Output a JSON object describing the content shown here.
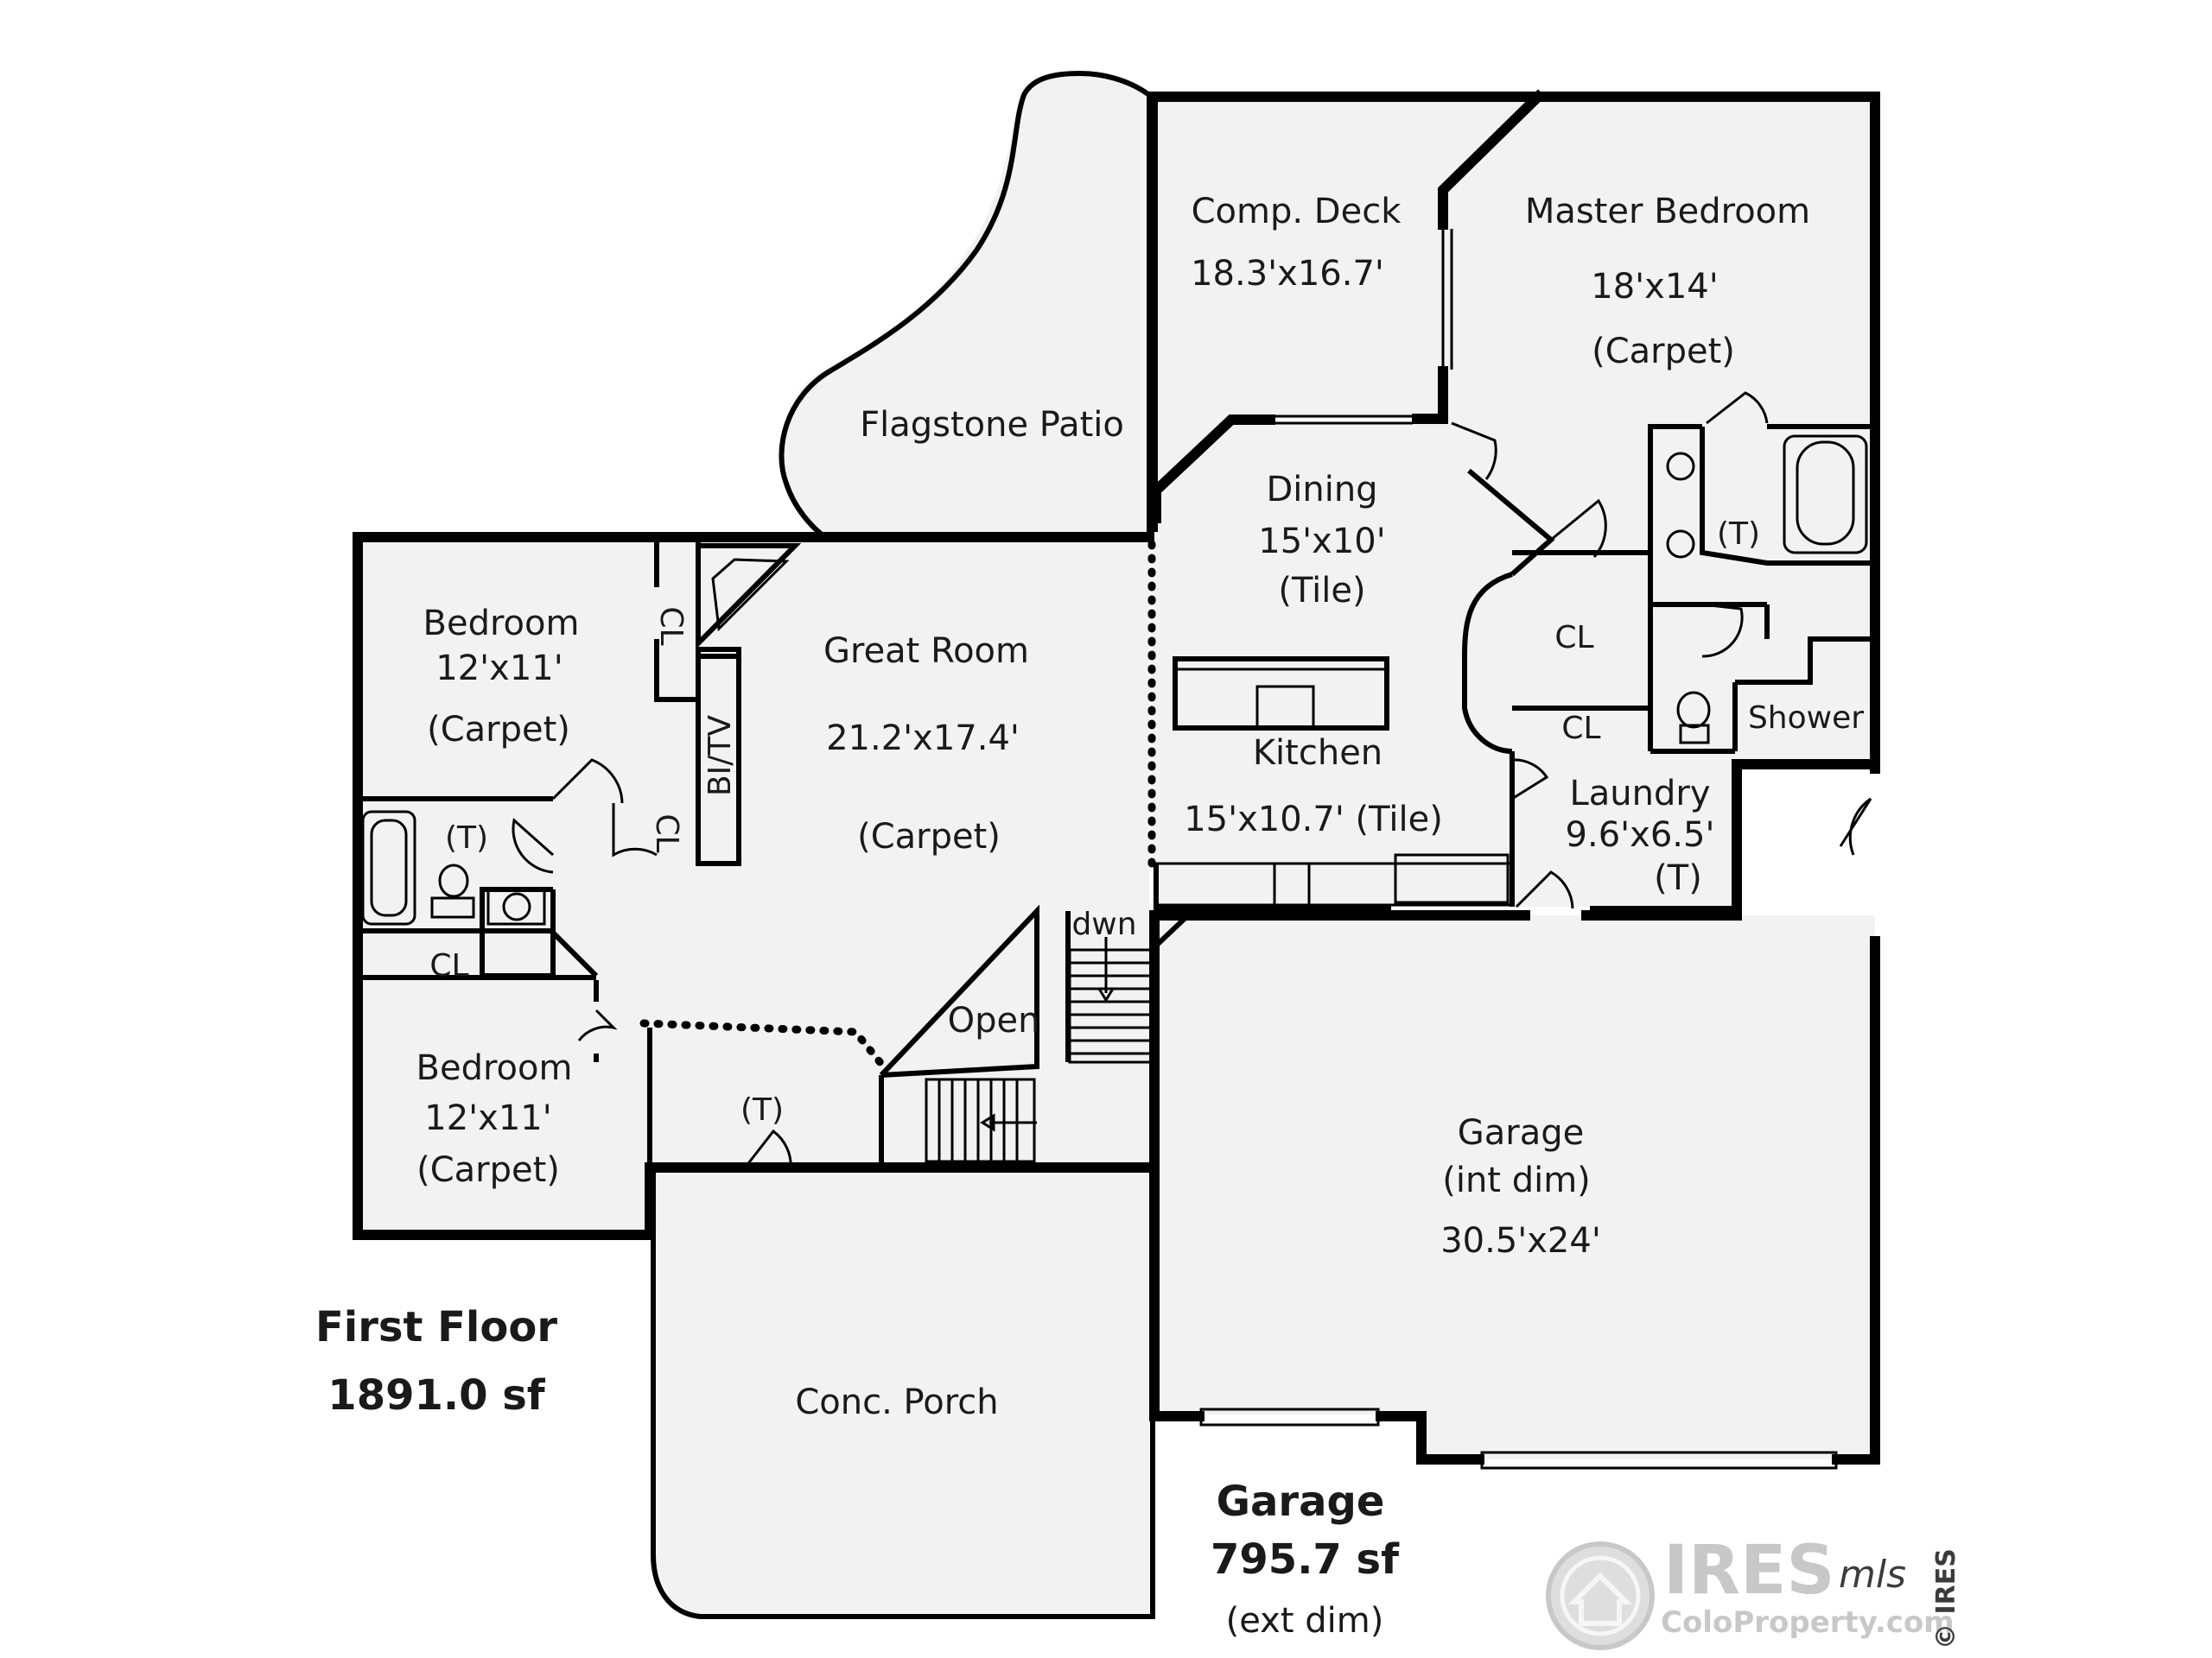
{
  "rooms": {
    "comp_deck": {
      "name": "Comp. Deck",
      "dims": "18.3'x16.7'"
    },
    "master_bedroom": {
      "name": "Master Bedroom",
      "dims": "18'x14'",
      "floor": "(Carpet)"
    },
    "flagstone_patio": {
      "name": "Flagstone Patio"
    },
    "dining": {
      "name": "Dining",
      "dims": "15'x10'",
      "floor": "(Tile)"
    },
    "kitchen": {
      "name": "Kitchen",
      "dims": "15'x10.7' (Tile)"
    },
    "great_room": {
      "name": "Great Room",
      "dims": "21.2'x17.4'",
      "floor": "(Carpet)"
    },
    "bedroom_1": {
      "name": "Bedroom",
      "dims": "12'x11'",
      "floor": "(Carpet)"
    },
    "bedroom_2": {
      "name": "Bedroom",
      "dims": "12'x11'",
      "floor": "(Carpet)"
    },
    "laundry": {
      "name": "Laundry",
      "dims": "9.6'x6.5'",
      "floor": "(T)"
    },
    "garage": {
      "name": "Garage",
      "note": "(int dim)",
      "dims": "30.5'x24'"
    },
    "conc_porch": {
      "name": "Conc. Porch"
    },
    "open": {
      "name": "Open"
    },
    "shower": {
      "name": "Shower"
    }
  },
  "small_labels": {
    "cl": "CL",
    "tile": "(T)",
    "bitv": "BI/TV",
    "dwn": "dwn"
  },
  "summary": {
    "floor_title": "First Floor",
    "floor_area": "1891.0 sf",
    "garage_title": "Garage",
    "garage_area": "795.7 sf",
    "garage_note": "(ext dim)"
  },
  "watermark": {
    "brand": "IRES",
    "script": "mls",
    "site": "ColoProperty.com",
    "vertical": "© IRES"
  }
}
